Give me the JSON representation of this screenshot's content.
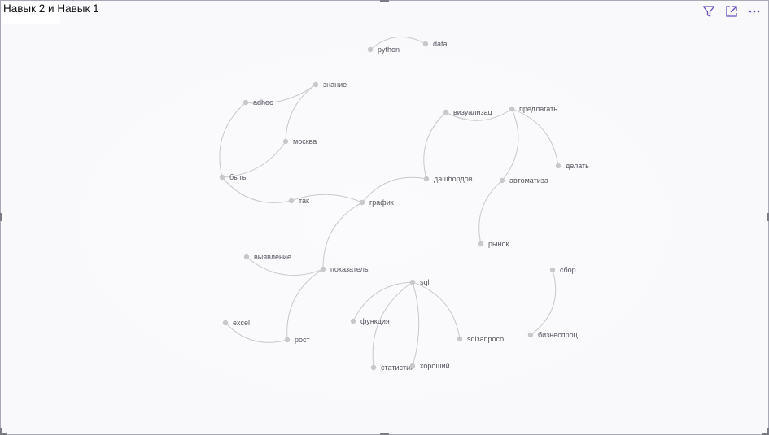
{
  "visual": {
    "title": "Навык 2 и Навык 1"
  },
  "toolbar": {
    "filter_icon": "filter-icon",
    "focus_icon": "focus-mode-icon",
    "more_icon": "more-options-icon",
    "more_glyph": "···"
  },
  "colors": {
    "node": "#c8c8cc",
    "edge": "#c8c8cc",
    "label": "#555560",
    "toolbar_icon": "#6b4fbb"
  },
  "nodes": [
    {
      "id": "python",
      "label": "python"
    },
    {
      "id": "data",
      "label": "data"
    },
    {
      "id": "znanie",
      "label": "знание"
    },
    {
      "id": "adhoc",
      "label": "adhoc"
    },
    {
      "id": "moskva",
      "label": "москва"
    },
    {
      "id": "byt",
      "label": "быть"
    },
    {
      "id": "tak",
      "label": "так"
    },
    {
      "id": "grafik",
      "label": "график"
    },
    {
      "id": "vizualizac",
      "label": "визуализац"
    },
    {
      "id": "predlagat",
      "label": "предлагать"
    },
    {
      "id": "delat",
      "label": "делать"
    },
    {
      "id": "avtomatiza",
      "label": "автоматиза"
    },
    {
      "id": "dashbordov",
      "label": "дашбордов"
    },
    {
      "id": "rynok",
      "label": "рынок"
    },
    {
      "id": "vyyavlenie",
      "label": "выявление"
    },
    {
      "id": "pokazatel",
      "label": "показатель"
    },
    {
      "id": "excel",
      "label": "excel"
    },
    {
      "id": "rost",
      "label": "рост"
    },
    {
      "id": "sql",
      "label": "sql"
    },
    {
      "id": "funkciya",
      "label": "функция"
    },
    {
      "id": "statistik",
      "label": "статистик"
    },
    {
      "id": "khoroshiy",
      "label": "хороший"
    },
    {
      "id": "sqlzaproso",
      "label": "sqlзапросо"
    },
    {
      "id": "sbor",
      "label": "сбор"
    },
    {
      "id": "biznesproc",
      "label": "бизнеспроц"
    }
  ],
  "edges": [
    {
      "source": "python",
      "target": "data"
    },
    {
      "source": "znanie",
      "target": "adhoc"
    },
    {
      "source": "znanie",
      "target": "moskva"
    },
    {
      "source": "adhoc",
      "target": "byt"
    },
    {
      "source": "moskva",
      "target": "byt"
    },
    {
      "source": "byt",
      "target": "tak"
    },
    {
      "source": "tak",
      "target": "grafik"
    },
    {
      "source": "grafik",
      "target": "dashbordov"
    },
    {
      "source": "grafik",
      "target": "pokazatel"
    },
    {
      "source": "dashbordov",
      "target": "vizualizac"
    },
    {
      "source": "vizualizac",
      "target": "predlagat"
    },
    {
      "source": "predlagat",
      "target": "delat"
    },
    {
      "source": "predlagat",
      "target": "avtomatiza"
    },
    {
      "source": "avtomatiza",
      "target": "rynok"
    },
    {
      "source": "vyyavlenie",
      "target": "pokazatel"
    },
    {
      "source": "pokazatel",
      "target": "rost"
    },
    {
      "source": "excel",
      "target": "rost"
    },
    {
      "source": "sql",
      "target": "funkciya"
    },
    {
      "source": "sql",
      "target": "statistik"
    },
    {
      "source": "sql",
      "target": "khoroshiy"
    },
    {
      "source": "sql",
      "target": "sqlzaproso"
    },
    {
      "source": "sbor",
      "target": "biznesproc"
    }
  ]
}
